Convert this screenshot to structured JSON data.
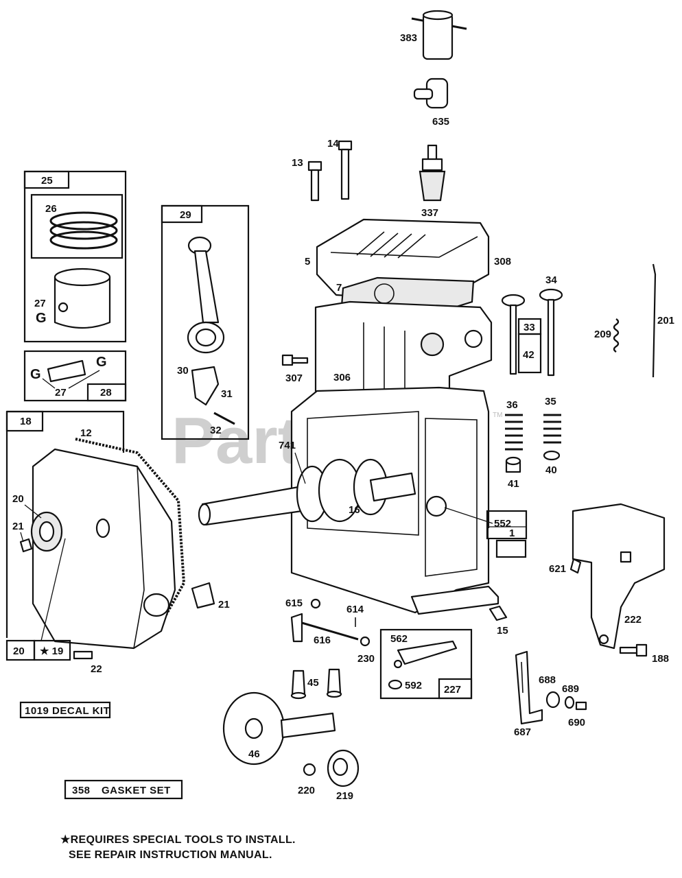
{
  "watermark": "PartsTree",
  "watermark_tm": "TM",
  "callouts": {
    "p383": "383",
    "p635": "635",
    "p14": "14",
    "p13": "13",
    "p337": "337",
    "p5": "5",
    "p308": "308",
    "p7": "7",
    "p34": "34",
    "p33": "33",
    "p42": "42",
    "p209": "209",
    "p201": "201",
    "p307": "307",
    "p306": "306",
    "p36": "36",
    "p35": "35",
    "p40": "40",
    "p41": "41",
    "p741": "741",
    "p16": "16",
    "p552": "552",
    "p1": "1",
    "p621": "621",
    "p222": "222",
    "p188": "188",
    "p615": "615",
    "p614": "614",
    "p616": "616",
    "p230": "230",
    "p15": "15",
    "p562": "562",
    "p592": "592",
    "p227": "227",
    "p45": "45",
    "p46": "46",
    "p220": "220",
    "p219": "219",
    "p687": "687",
    "p688": "688",
    "p689": "689",
    "p690": "690",
    "p25": "25",
    "p26": "26",
    "p27a": "27",
    "p27a_clip": "G",
    "p27b": "27",
    "p27b_clip_l": "G",
    "p27b_clip_r": "G",
    "p28": "28",
    "p29": "29",
    "p30": "30",
    "p31": "31",
    "p32": "32",
    "p18": "18",
    "p12": "12",
    "p20a": "20",
    "p21a": "21",
    "p21b": "21",
    "p20b": "20",
    "p19": "★ 19",
    "p22": "22"
  },
  "kits": {
    "decal_kit": "1019 DECAL KIT",
    "gasket_set_num": "358",
    "gasket_set_name": "GASKET SET"
  },
  "footnote": {
    "line1": "★REQUIRES SPECIAL TOOLS TO INSTALL.",
    "line2": "SEE REPAIR INSTRUCTION MANUAL."
  }
}
